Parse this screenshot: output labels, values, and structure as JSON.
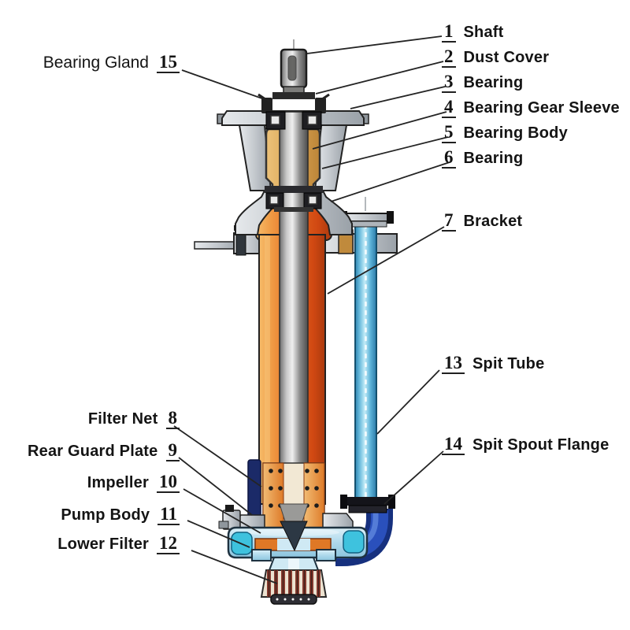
{
  "figure": {
    "type": "technical-diagram",
    "subject": "Vertical slurry pump cross-section with numbered part callouts"
  },
  "parts_right": [
    {
      "num": "1",
      "text": "Shaft"
    },
    {
      "num": "2",
      "text": "Dust Cover"
    },
    {
      "num": "3",
      "text": "Bearing"
    },
    {
      "num": "4",
      "text": "Bearing Gear Sleeve"
    },
    {
      "num": "5",
      "text": "Bearing Body"
    },
    {
      "num": "6",
      "text": "Bearing"
    },
    {
      "num": "7",
      "text": "Bracket"
    },
    {
      "num": "13",
      "text": "Spit Tube"
    },
    {
      "num": "14",
      "text": "Spit Spout Flange"
    }
  ],
  "parts_left": [
    {
      "num": "15",
      "text": "Bearing Gland"
    },
    {
      "num": "8",
      "text": "Filter Net"
    },
    {
      "num": "9",
      "text": "Rear Guard Plate"
    },
    {
      "num": "10",
      "text": "Impeller"
    },
    {
      "num": "11",
      "text": "Pump Body"
    },
    {
      "num": "12",
      "text": "Lower Filter"
    }
  ],
  "colors": {
    "bracket_orange": "#e4661e",
    "bearing_body_tan": "#d9a351",
    "spit_tube_blue": "#7cc8e4",
    "elbow_blue": "#1d3da0",
    "pump_body_blue": "#aed9ec",
    "filter_net_navy": "#1b2a68",
    "filter_stripe_brown": "#8a3c30",
    "metal_gray": "#c2c7cc",
    "leader_line": "#242424",
    "text": "#141414"
  }
}
